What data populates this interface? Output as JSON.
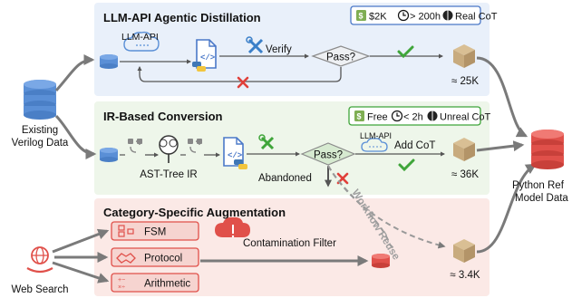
{
  "sections": {
    "llm_api": {
      "title": "LLM-API Agentic Distillation",
      "badges": {
        "cost": "$2K",
        "time": "> 200h",
        "quality": "Real CoT"
      },
      "node_label": "LLM-API",
      "verify_label": "Verify",
      "decision": "Pass?",
      "output_count": "≈ 25K"
    },
    "ir": {
      "title": "IR-Based Conversion",
      "badges": {
        "cost": "Free",
        "time": "< 2h",
        "quality": "Unreal CoT"
      },
      "ast_label": "AST-Tree IR",
      "decision": "Pass?",
      "abandoned": "Abandoned",
      "llm_api_small": "LLM-API",
      "add_cot": "Add CoT",
      "output_count": "≈ 36K"
    },
    "aug": {
      "title": "Category-Specific Augmentation",
      "categories": [
        "FSM",
        "Protocol",
        "Arithmetic"
      ],
      "filter_label": "Contamination Filter",
      "workflow_reuse": "Workflow Reuse",
      "output_count": "≈ 3.4K"
    }
  },
  "sources": {
    "existing_line1": "Existing",
    "existing_line2": "Verilog Data",
    "web_search": "Web Search"
  },
  "target": {
    "line1": "Python Ref",
    "line2": "Model Data"
  },
  "colors": {
    "blue_band": "#e9f0fa",
    "green_band": "#eef6ea",
    "red_band": "#fbe9e6",
    "blue_db": "#5a8fd6",
    "red_db": "#e0504a",
    "green_check": "#3fa53a",
    "red_cross": "#e0403a",
    "box": "#c8ab7e"
  }
}
